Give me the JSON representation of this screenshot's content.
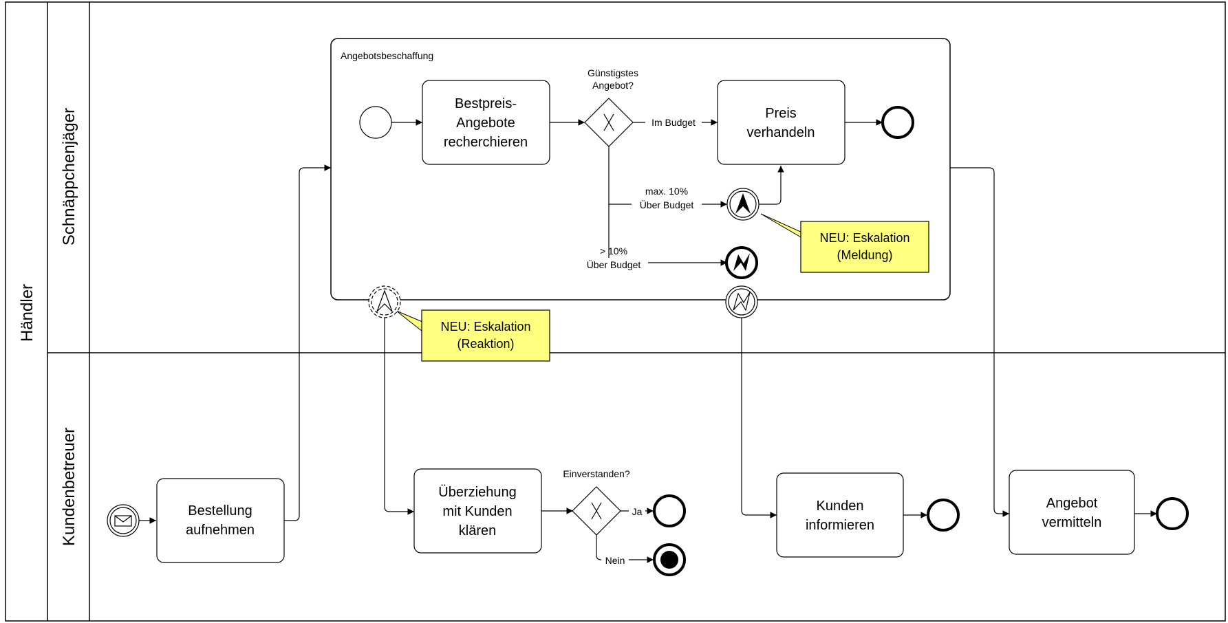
{
  "pool": {
    "label": "Händler"
  },
  "lanes": {
    "top": "Schnäppchenjäger",
    "bottom": "Kundenbetreuer"
  },
  "subprocess": {
    "label": "Angebotsbeschaffung"
  },
  "tasks": {
    "bestpreis": [
      "Bestpreis-",
      "Angebote",
      "recherchieren"
    ],
    "preis": [
      "Preis",
      "verhandeln"
    ],
    "bestellung": [
      "Bestellung",
      "aufnehmen"
    ],
    "ueberziehung": [
      "Überziehung",
      "mit Kunden",
      "klären"
    ],
    "kunden": [
      "Kunden",
      "informieren"
    ],
    "angebot": [
      "Angebot",
      "vermitteln"
    ]
  },
  "gateways": {
    "guenstigstes": [
      "Günstigstes",
      "Angebot?"
    ],
    "einverstanden": "Einverstanden?"
  },
  "flow_labels": {
    "im_budget": "Im Budget",
    "max10": [
      "max. 10%",
      "Über Budget"
    ],
    "over10": [
      "> 10%",
      "Über Budget"
    ],
    "ja": "Ja",
    "nein": "Nein"
  },
  "notes": {
    "meldung": [
      "NEU: Eskalation",
      "(Meldung)"
    ],
    "reaktion": [
      "NEU: Eskalation",
      "(Reaktion)"
    ]
  },
  "colors": {
    "note_fill": "#ffff80",
    "stroke": "#000000",
    "background": "#ffffff"
  },
  "icons": {
    "start_message": "envelope-icon",
    "escalation": "escalation-arrow-icon",
    "error": "error-lightning-icon"
  }
}
